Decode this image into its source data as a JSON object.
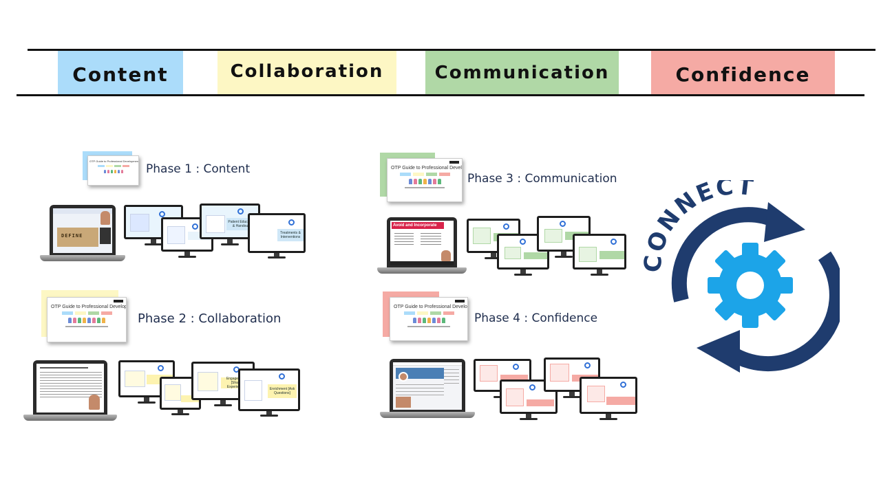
{
  "categories": [
    "Content",
    "Collaboration",
    "Communication",
    "Confidence"
  ],
  "colors": {
    "content": "#abdcfa",
    "collaboration": "#fdf7c4",
    "communication": "#b0d8a6",
    "confidence": "#f5aaa4",
    "navy": "#1f3c6e",
    "gear": "#1ca4e8"
  },
  "phases": [
    {
      "label": "Phase 1 : Content"
    },
    {
      "label": "Phase 2 : Collaboration"
    },
    {
      "label": "Phase 3 : Communication"
    },
    {
      "label": "Phase 4 : Confidence"
    }
  ],
  "cover_title": "OTP Guide to Professional Development",
  "phase1": {
    "laptop_word": "DEFINE",
    "monitors": [
      "Patient Education & Handouts",
      "Treatments & Interventions"
    ]
  },
  "phase2": {
    "monitors": [
      "Engagement [Share Experience]",
      "Enrichment [Ask Questions]"
    ]
  },
  "phase3": {
    "laptop_title": "Avoid and Incorporate"
  },
  "connect_word": "CONNECT"
}
